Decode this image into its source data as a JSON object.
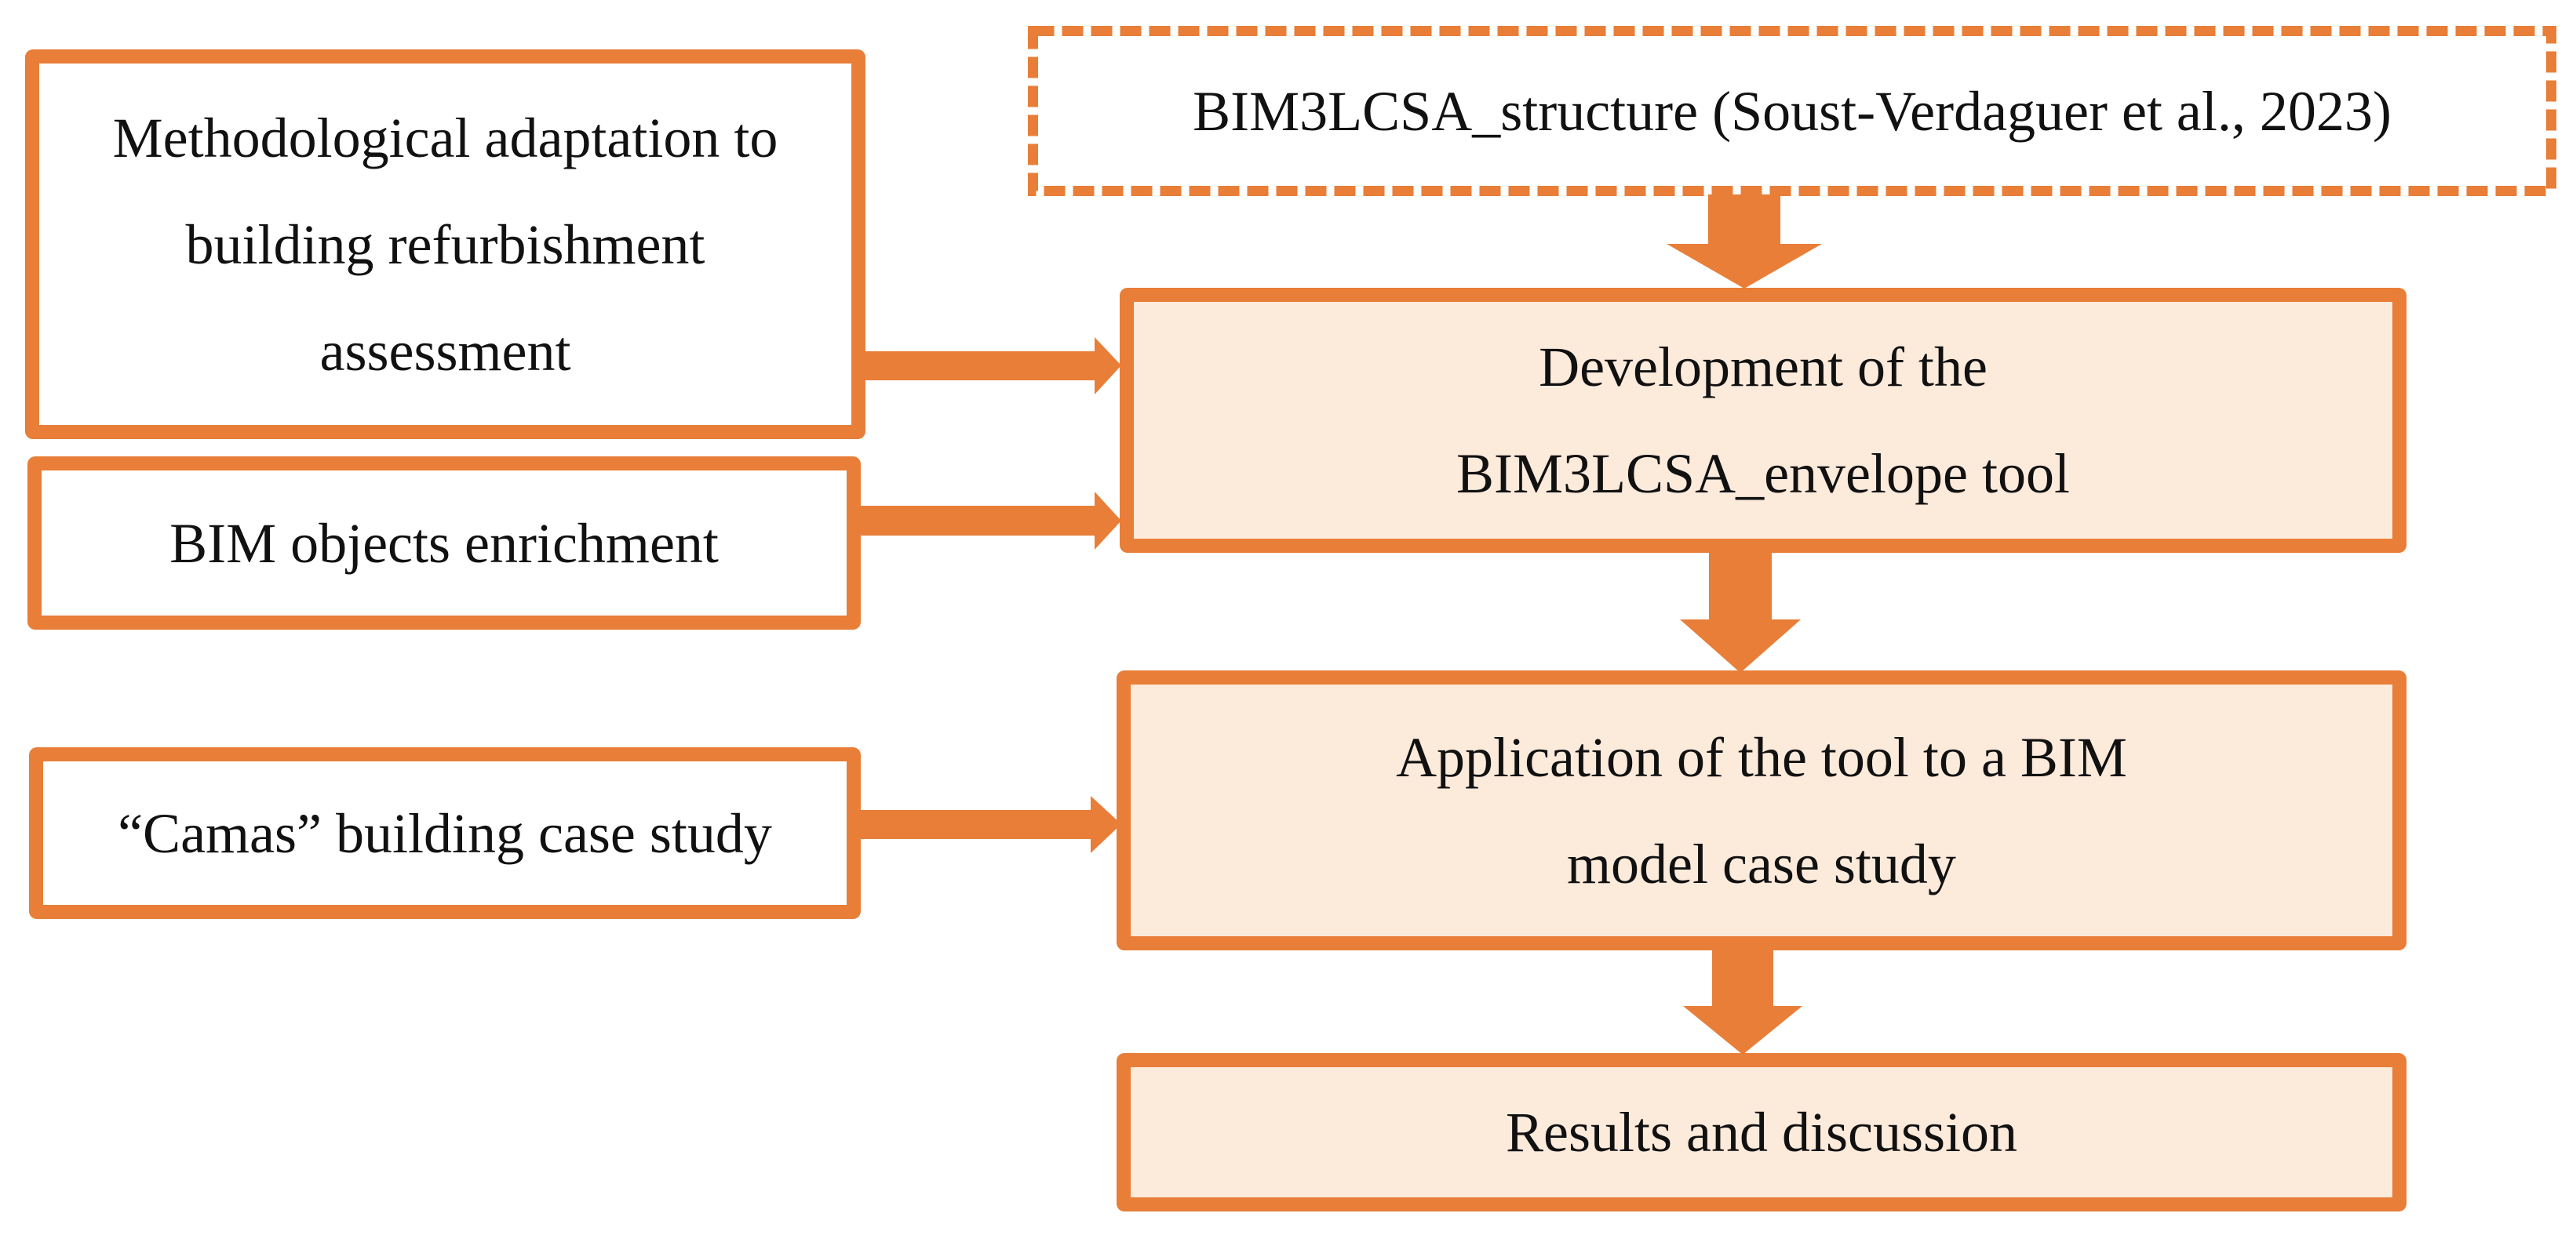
{
  "diagram": {
    "title": "BIM3LCSA_envelope tool methodology flowchart",
    "colors": {
      "accent_orange": "#E87E38",
      "box_fill": "#FCEADB",
      "text": "#111111",
      "background": "#FFFFFF"
    },
    "nodes": {
      "methodological": {
        "lines": [
          "Methodological adaptation to",
          "building refurbishment",
          "assessment"
        ]
      },
      "bim_objects": {
        "label": "BIM objects enrichment"
      },
      "camas": {
        "label": "“Camas” building case study"
      },
      "structure": {
        "label": "BIM3LCSA_structure (Soust-Verdaguer et al., 2023)"
      },
      "development": {
        "lines": [
          "Development of the",
          "BIM3LCSA_envelope tool"
        ]
      },
      "application": {
        "lines": [
          "Application of the tool to a BIM",
          "model case study"
        ]
      },
      "results": {
        "label": "Results and discussion"
      }
    },
    "edges": [
      "structure -> development",
      "methodological -> development",
      "bim_objects -> development",
      "development -> application",
      "camas -> application",
      "application -> results"
    ]
  }
}
